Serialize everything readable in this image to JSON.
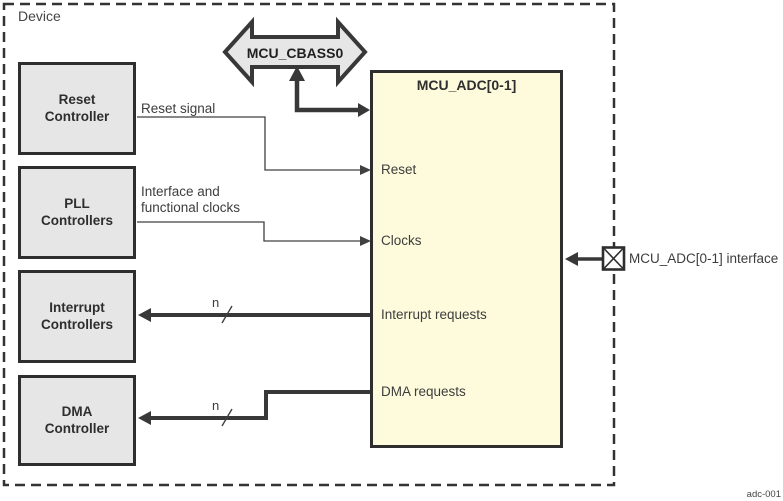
{
  "diagram": {
    "device_label": "Device",
    "figure_id": "adc-001",
    "colors": {
      "block_fill": "#e6e6e6",
      "adc_fill": "#fefbdc",
      "outline": "#2e2e2e",
      "wire": "#3d3d3d",
      "text": "#3d3d3d",
      "background": "#ffffff"
    },
    "controllers": [
      {
        "label": "Reset\nController"
      },
      {
        "label": "PLL\nControllers"
      },
      {
        "label": "Interrupt\nControllers"
      },
      {
        "label": "DMA\nController"
      }
    ],
    "bus": {
      "label": "MCU_CBASS0"
    },
    "adc": {
      "title": "MCU_ADC[0-1]",
      "ports": [
        {
          "label": "Reset"
        },
        {
          "label": "Clocks"
        },
        {
          "label": "Interrupt requests"
        },
        {
          "label": "DMA requests"
        }
      ]
    },
    "signals": {
      "reset": "Reset signal",
      "clocks": "Interface and\nfunctional clocks",
      "interrupt_bus_width": "n",
      "dma_bus_width": "n"
    },
    "interface_label": "MCU_ADC[0-1] interface"
  }
}
